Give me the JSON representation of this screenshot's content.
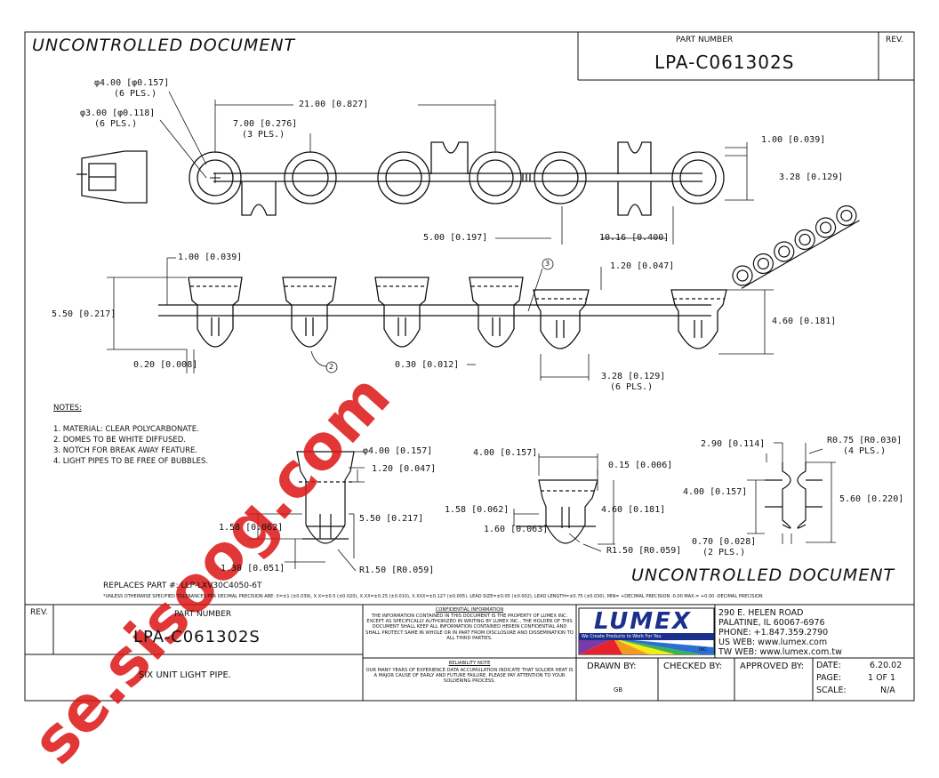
{
  "header": {
    "uncontrolled": "UNCONTROLLED DOCUMENT",
    "part_number_label": "PART NUMBER",
    "part_number": "LPA-C061302S",
    "rev_label": "REV."
  },
  "drawing": {
    "dims": {
      "d1": "φ4.00 [φ0.157]",
      "d1b": "(6 PLS.)",
      "d2": "φ3.00 [φ0.118]",
      "d2b": "(6 PLS.)",
      "d3": "7.00 [0.276]",
      "d3b": "(3 PLS.)",
      "d4": "21.00 [0.827]",
      "d5": "1.00 [0.039]",
      "d6": "3.28 [0.129]",
      "d7": "5.00 [0.197]",
      "d8": "10.16 [0.400]",
      "d9": "1.00 [0.039]",
      "d10": "1.20 [0.047]",
      "d11": "5.50 [0.217]",
      "d12": "4.60 [0.181]",
      "d13": "0.20 [0.008]",
      "d14": "0.30 [0.012]",
      "d15": "3.28 [0.129]",
      "d15b": "(6 PLS.)",
      "callout2": "2",
      "callout3": "3"
    },
    "detail1": {
      "a": "φ4.00 [0.157]",
      "b": "1.20 [0.047]",
      "c": "5.50 [0.217]",
      "d": "1.58 [0.062]",
      "e": "1.30 [0.051]",
      "f": "R1.50 [R0.059]"
    },
    "detail2": {
      "a": "4.00 [0.157]",
      "b": "0.15 [0.006]",
      "c": "1.58 [0.062]",
      "d": "4.60 [0.181]",
      "e": "1.60 [0.063]",
      "f": "R1.50 [R0.059]"
    },
    "detail3": {
      "a": "2.90 [0.114]",
      "b": "R0.75 [R0.030]",
      "b2": "(4 PLS.)",
      "c": "4.00 [0.157]",
      "d": "5.60 [0.220]",
      "e": "0.70 [0.028]",
      "e2": "(2 PLS.)"
    }
  },
  "notes": {
    "title": "NOTES:",
    "items": [
      "1. MATERIAL: CLEAR POLYCARBONATE.",
      "2. DOMES TO BE WHITE DIFFUSED.",
      "3. NOTCH FOR BREAK AWAY FEATURE.",
      "4. LIGHT PIPES TO BE FREE OF BUBBLES."
    ]
  },
  "footer": {
    "uncontrolled": "UNCONTROLLED DOCUMENT",
    "replaces": "REPLACES PART #: LLP-LXV30C4050-6T",
    "tolerances": "*UNLESS OTHERWISE SPECIFIED TOLERANCES PER DECIMAL PRECISION ARE: X=±1 (±0.039), X.X=±0.5 (±0.020), X.XX=±0.25 (±0.010), X.XXX=±0.127 (±0.005).  LEAD SIZE=±0.05 (±0.002), LEAD LENGTH=±0.75 (±0.030).  MIN= +DECIMAL PRECISION -0.00   MAX.= +0.00 -DECIMAL PRECISION"
  },
  "titleblock": {
    "rev_label": "REV.",
    "part_number_label": "PART NUMBER",
    "part_number": "LPA-C061302S",
    "description": "SIX UNIT LIGHT PIPE.",
    "confidential_title": "CONFIDENTIAL INFORMATION",
    "confidential_text": "THE INFORMATION CONTAINED IN THIS DOCUMENT IS THE PROPERTY OF LUMEX INC. EXCEPT AS SPECIFICALLY AUTHORIZED IN WRITING BY LUMEX INC., THE HOLDER OF THIS DOCUMENT SHALL KEEP ALL INFORMATION CONTAINED HEREIN CONFIDENTIAL AND SHALL PROTECT SAME IN WHOLE OR IN PART FROM DISCLOSURE AND DISSEMINATION TO ALL THIRD PARTIES.",
    "reliability_title": "RELIABILITY NOTE",
    "reliability_text": "OUR MANY YEARS OF EXPERIENCE DATA ACCUMULATION INDICATE THAT SOLDER HEAT IS A MAJOR CAUSE OF EARLY AND FUTURE FAILURE. PLEASE PAY ATTENTION TO YOUR SOLDERING PROCESS.",
    "logo_text": "LUMEX",
    "logo_tagline": "We Create Products to Work For You",
    "logo_inc": "INC.",
    "address": [
      "290 E. HELEN ROAD",
      "PALATINE, IL  60067-6976",
      "PHONE: +1.847.359.2790",
      "US WEB: www.lumex.com",
      "TW WEB: www.lumex.com.tw"
    ],
    "drawn_by_label": "DRAWN BY:",
    "drawn_by": "GB",
    "checked_by_label": "CHECKED BY:",
    "approved_by_label": "APPROVED BY:",
    "date_label": "DATE:",
    "date": "6.20.02",
    "page_label": "PAGE:",
    "page": "1 OF 1",
    "scale_label": "SCALE:",
    "scale": "N/A"
  },
  "watermark": "se.sisoog.com"
}
